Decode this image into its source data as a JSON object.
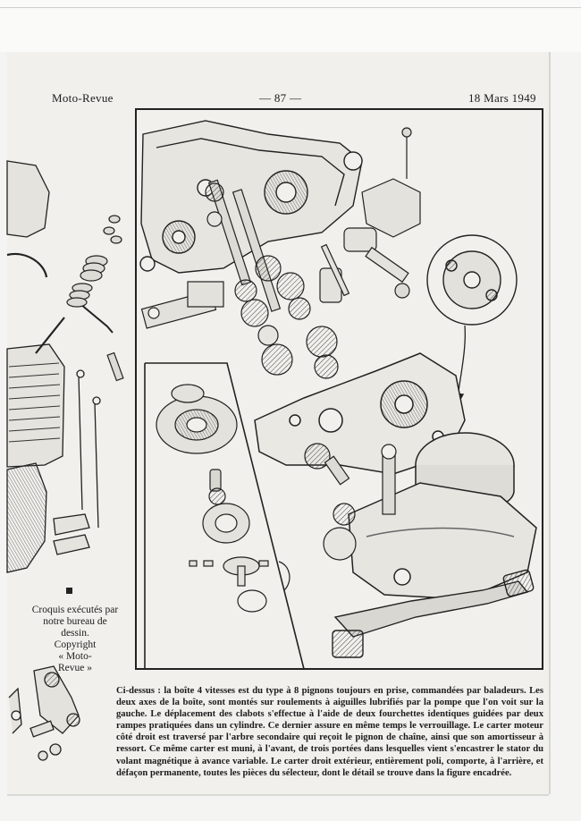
{
  "header": {
    "publication": "Moto-Revue",
    "page_number": "— 87 —",
    "date": "18 Mars 1949"
  },
  "credit": {
    "line1": "Croquis exécutés par",
    "line2": "notre bureau de",
    "line3": "dessin.",
    "line4": "Copyright",
    "line5": "« Moto-",
    "line6": "Revue »"
  },
  "caption": {
    "text": "Ci-dessus : la boîte 4 vitesses est du type à 8 pignons toujours en prise, commandées par baladeurs. Les deux axes de la boîte, sont montés sur roulements à aiguilles lubrifiés par la pompe que l'on voit sur la gauche. Le déplacement des clabots s'effectue à l'aide de deux fourchettes identiques guidées par deux rampes pratiquées dans un cylindre. Ce dernier assure en même temps le verrouillage. Le carter moteur côté droit est traversé par l'arbre secondaire qui reçoit le pignon de chaîne, ainsi que son amortisseur à ressort. Ce même carter est muni, à l'avant, de trois portées dans lesquelles vient s'encastrer le stator du volant magnétique à avance variable. Le carter droit extérieur, entièrement poli, comporte, à l'arrière, et défaçon permanente, toutes les pièces du sélecteur, dont le détail se trouve dans la figure encadrée."
  },
  "colors": {
    "ink": "#1b1b1b",
    "paper": "#f1f0ec",
    "shade": "#8a8a86"
  }
}
